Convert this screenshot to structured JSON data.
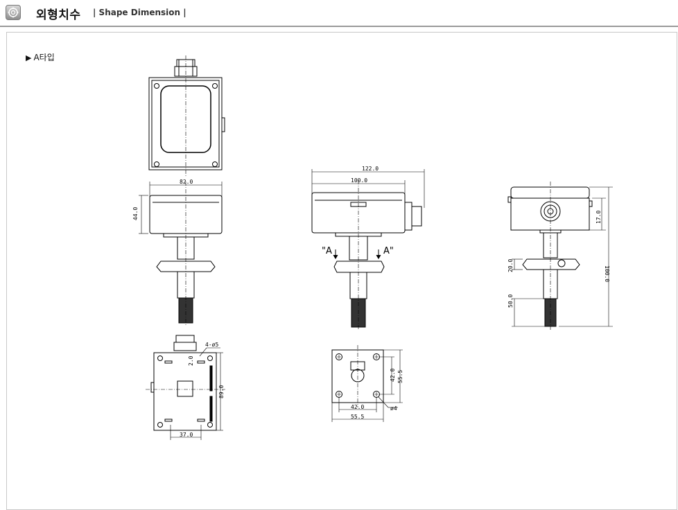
{
  "header": {
    "title": "외형치수",
    "subtitle": "| Shape Dimension |",
    "logo_icon": "gear-badge-icon"
  },
  "section": {
    "label": "A타입"
  },
  "dimensions": {
    "front_width": "82.0",
    "front_height": "44.0",
    "top_holes": "4-ø5",
    "top_offset": "2.0",
    "top_height": "89.0",
    "top_width": "37.0",
    "side_total": "122.0",
    "side_body": "100.0",
    "view_marker_left": "\"A",
    "view_marker_right": "A\"",
    "flange_inner_v": "42.0",
    "flange_outer_v": "55.5",
    "flange_inner_h": "42.0",
    "flange_outer_h": "55.5",
    "flange_hole": "ø4",
    "right_top": "17.0",
    "right_total": "100.0",
    "right_flange": "20.0",
    "right_probe": "50.0"
  },
  "colors": {
    "line": "#000000",
    "rule": "#999999",
    "panel_border": "#c8c8c8"
  }
}
